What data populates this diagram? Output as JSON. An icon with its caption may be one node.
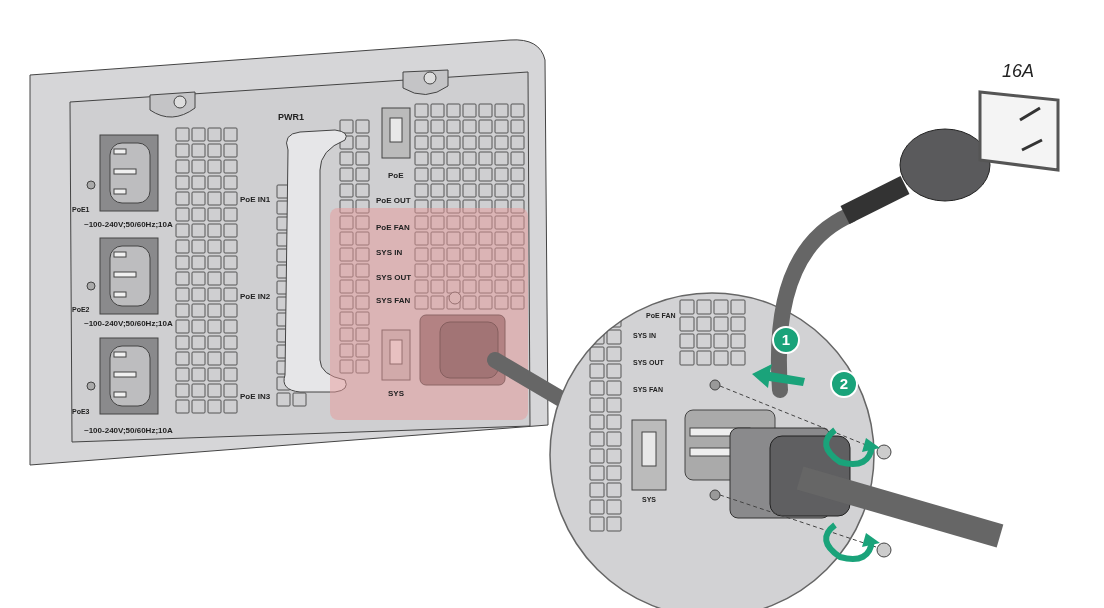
{
  "diagram": {
    "nodes": [
      {
        "text": [
          "1"
        ]
      },
      {
        "text": [
          "2"
        ]
      }
    ],
    "labels": [
      "PWR1",
      "PoE1",
      "~100-240V;50/60Hz;10A",
      "PoE2",
      "~100-240V;50/60Hz;10A",
      "PoE3",
      "~100-240V;50/60Hz;10A",
      "PoE IN1",
      "PoE IN2",
      "PoE IN3",
      "PoE",
      "PoE OUT",
      "PoE FAN",
      "SYS IN",
      "SYS OUT",
      "SYS FAN",
      "SYS",
      "PoE FAN",
      "SYS IN",
      "SYS OUT",
      "SYS FAN",
      "SYS",
      "16A"
    ]
  }
}
